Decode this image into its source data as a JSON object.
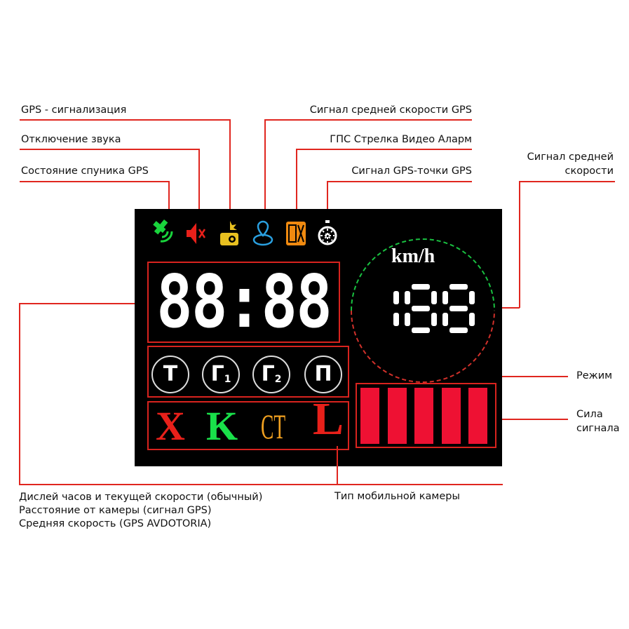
{
  "labels": {
    "gps_alarm": "GPS - сигнализация",
    "mute": "Отключение звука",
    "satellite_status": "Состояние спуника GPS",
    "avg_speed_gps": "Сигнал  средней  скорости GPS",
    "gps_arrow_video_alarm": "ГПС Стрелка Видео Аларм",
    "gps_point": "Сигнал GPS-точки GPS",
    "avg_speed_line1": "Сигнал средней",
    "avg_speed_line2": "скорости",
    "mode": "Режим",
    "signal_line1": "Сила",
    "signal_line2": "сигнала",
    "display_line1": "Дислей часов и текущей скорости (обычный)",
    "display_line2": "Расстояние от камеры (сигнал GPS)",
    "display_line3": "Средняя скорость (GPS AVDOTORIA)",
    "mobile_camera_type": "Тип мобильной камеры"
  },
  "display": {
    "clock": "88:88",
    "speed": "188",
    "unit": "km/h",
    "modes": [
      {
        "main": "T",
        "sub": ""
      },
      {
        "main": "Г",
        "sub": "1"
      },
      {
        "main": "Г",
        "sub": "2"
      },
      {
        "main": "П",
        "sub": ""
      }
    ],
    "camera_types": [
      {
        "text": "X",
        "color": "#e8201a"
      },
      {
        "text": "K",
        "color": "#19e04a"
      },
      {
        "text": "CT",
        "color": "#f0a020"
      },
      {
        "text": "L",
        "color": "#e8201a"
      }
    ],
    "signal_bars": 5
  },
  "colors": {
    "leader": "#e0261f",
    "panel": "#000000",
    "segment": "#ffffff"
  }
}
